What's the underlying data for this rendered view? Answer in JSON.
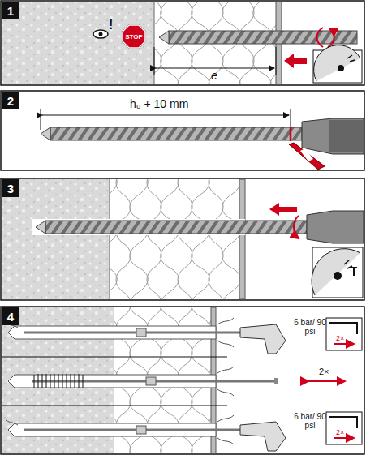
{
  "diagram": {
    "nodes": [
      {
        "text": [
          "1"
        ]
      },
      {
        "text": [
          "STOP"
        ]
      },
      {
        "text": [
          "2"
        ]
      },
      {
        "text": [
          "3"
        ]
      },
      {
        "text": [
          "4"
        ]
      }
    ],
    "labels": [
      "!",
      "e",
      "h₀ + 10 mm",
      "6 bar/ 90 psi",
      "2×",
      "2×",
      "6 bar/ 90 psi",
      "2×"
    ]
  }
}
